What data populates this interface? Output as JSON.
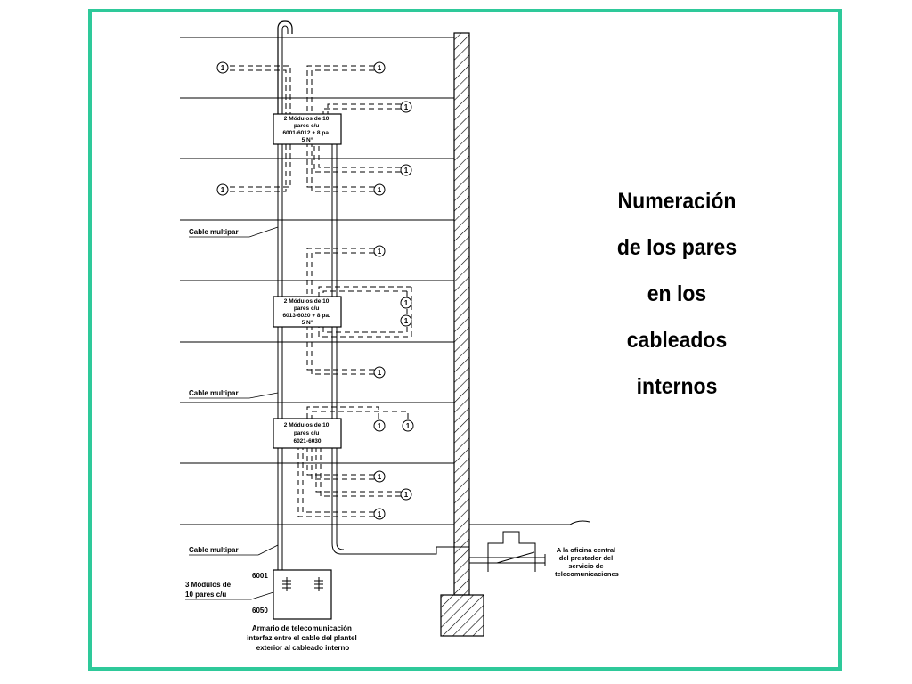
{
  "title": {
    "lines": [
      "Numeración",
      "de los pares",
      "en los",
      "cableados",
      "internos"
    ]
  },
  "junction_boxes": [
    {
      "lines": [
        "2 Módulos de 10",
        "pares c/u",
        "6001-6012 + 8 pa.",
        "5 N°"
      ]
    },
    {
      "lines": [
        "2 Módulos de 10",
        "pares c/u",
        "6013-6020 + 8 pa.",
        "5 N°"
      ]
    },
    {
      "lines": [
        "2 Módulos de 10",
        "pares c/u",
        "6021-6030"
      ]
    }
  ],
  "cable_labels": [
    "Cable multipar",
    "Cable multipar",
    "Cable multipar"
  ],
  "marker_text": "1",
  "cabinet": {
    "module_note": [
      "3 Módulos de",
      "10 pares c/u"
    ],
    "start_number": "6001",
    "end_number": "6050",
    "caption": [
      "Armario de telecomunicación",
      "interfaz entre el cable del plantel",
      "exterior al cableado interno"
    ]
  },
  "central_office_note": [
    "A la oficina central",
    "del prestador del",
    "servicio de",
    "telecomunicaciones"
  ],
  "colors": {
    "frame": "#2ec99a",
    "ink": "#000000"
  }
}
